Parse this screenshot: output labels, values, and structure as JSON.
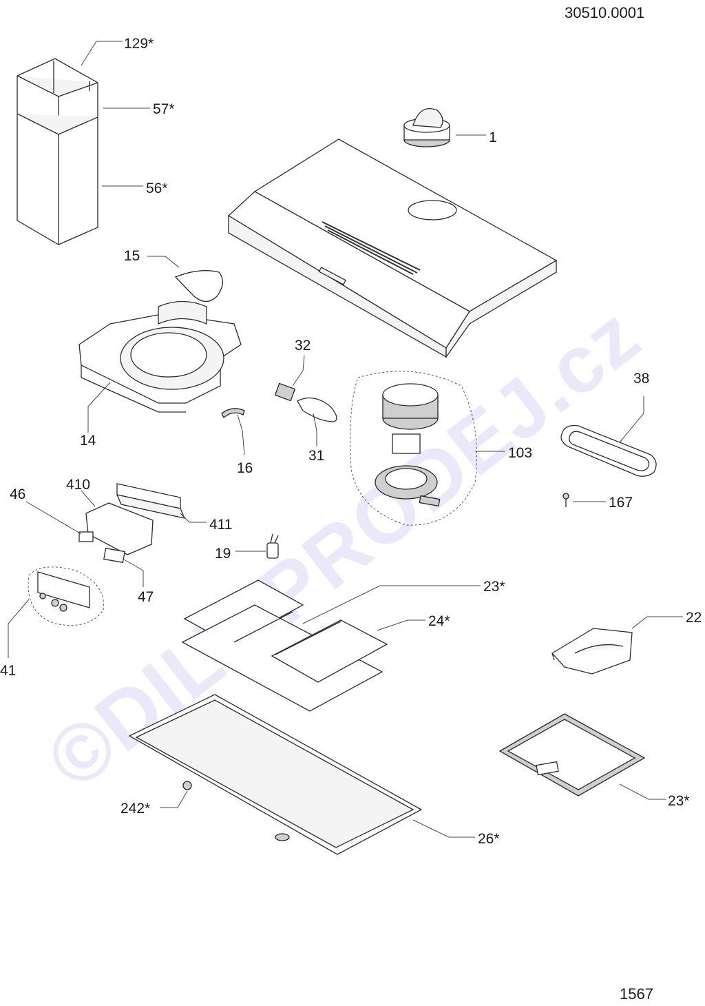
{
  "header": {
    "drawing_code": "30510.0001"
  },
  "footer": {
    "page_number": "1567"
  },
  "watermark": {
    "text": "©DILY-PRODEJ.cz",
    "color": "#dcdcf7"
  },
  "parts": {
    "p129": "129*",
    "p57": "57*",
    "p56": "56*",
    "p1": "1",
    "p15": "15",
    "p14": "14",
    "p32": "32",
    "p31": "31",
    "p16": "16",
    "p38": "38",
    "p103": "103",
    "p167": "167",
    "p46": "46",
    "p410": "410",
    "p411": "411",
    "p19": "19",
    "p47": "47",
    "p41": "41",
    "p23a": "23*",
    "p24": "24*",
    "p22": "22",
    "p23b": "23*",
    "p242": "242*",
    "p26": "26*"
  }
}
